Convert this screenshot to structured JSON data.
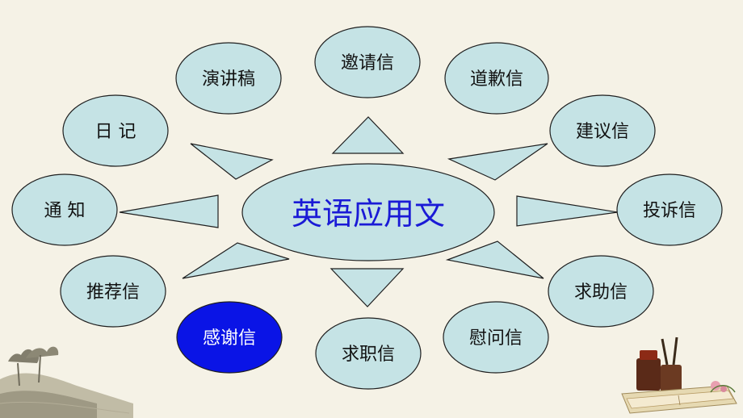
{
  "center": {
    "label": "英语应用文"
  },
  "nodes": [
    {
      "id": "yanjiang",
      "label": "演讲稿"
    },
    {
      "id": "yaoqing",
      "label": "邀请信"
    },
    {
      "id": "daoqian",
      "label": "道歉信"
    },
    {
      "id": "riji",
      "label": "日 记"
    },
    {
      "id": "jianyi",
      "label": "建议信"
    },
    {
      "id": "tongzhi",
      "label": "通 知"
    },
    {
      "id": "tousu",
      "label": "投诉信"
    },
    {
      "id": "tuijian",
      "label": "推荐信"
    },
    {
      "id": "qiuzhu",
      "label": "求助信"
    },
    {
      "id": "ganxie",
      "label": "感谢信",
      "highlighted": true
    },
    {
      "id": "qiuzhi",
      "label": "求职信"
    },
    {
      "id": "weiwen",
      "label": "慰问信"
    }
  ],
  "colors": {
    "background": "#f5f2e6",
    "node_fill": "#c5e3e5",
    "node_stroke": "#1f1f1f",
    "highlight_fill": "#0a14e6",
    "center_text": "#1a1ad6",
    "text": "#111111",
    "highlight_text": "#ffffff"
  },
  "decorations": [
    "landscape-ink-painting",
    "books-and-brush-pot"
  ]
}
